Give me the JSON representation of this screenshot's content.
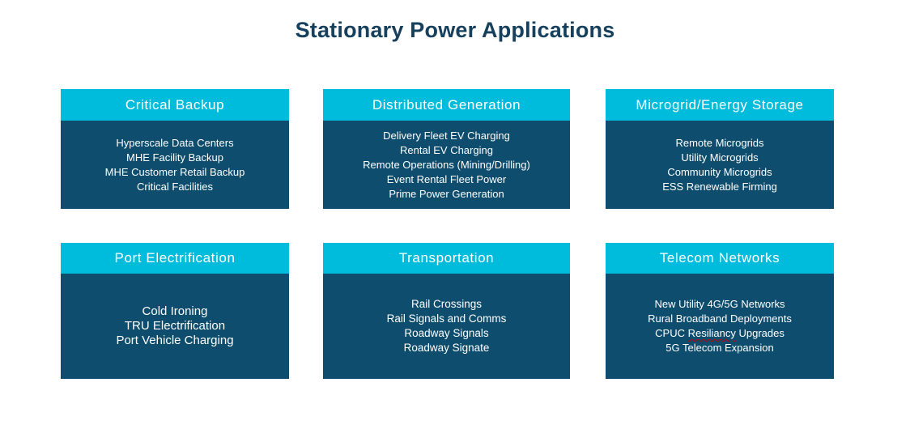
{
  "page": {
    "title": "Stationary Power Applications"
  },
  "colors": {
    "header_bg": "#00bcdc",
    "body_bg": "#0e4d6e",
    "title_text": "#16405b",
    "card_text": "#ffffff",
    "spellcheck_underline": "#c00000"
  },
  "cards": [
    {
      "header": "Critical Backup",
      "items": [
        "Hyperscale Data Centers",
        "MHE Facility Backup",
        "MHE Customer Retail Backup",
        "Critical Facilities"
      ]
    },
    {
      "header": "Distributed Generation",
      "items": [
        "Delivery Fleet EV Charging",
        "Rental EV Charging",
        "Remote Operations (Mining/Drilling)",
        "Event Rental Fleet Power",
        "Prime Power Generation"
      ]
    },
    {
      "header": "Microgrid/Energy Storage",
      "items": [
        "Remote Microgrids",
        "Utility Microgrids",
        "Community Microgrids",
        "ESS Renewable Firming"
      ]
    },
    {
      "header": "Port Electrification",
      "items": [
        "Cold Ironing",
        "TRU Electrification",
        "Port Vehicle Charging"
      ]
    },
    {
      "header": "Transportation",
      "items": [
        "Rail Crossings",
        "Rail Signals and Comms",
        "Roadway Signals",
        "Roadway Signate"
      ]
    },
    {
      "header": "Telecom Networks",
      "items": [
        "New Utility 4G/5G Networks",
        "Rural Broadband Deployments",
        "CPUC Resiliancy Upgrades",
        "5G Telecom Expansion"
      ],
      "misspelled_word": "Resiliancy"
    }
  ]
}
